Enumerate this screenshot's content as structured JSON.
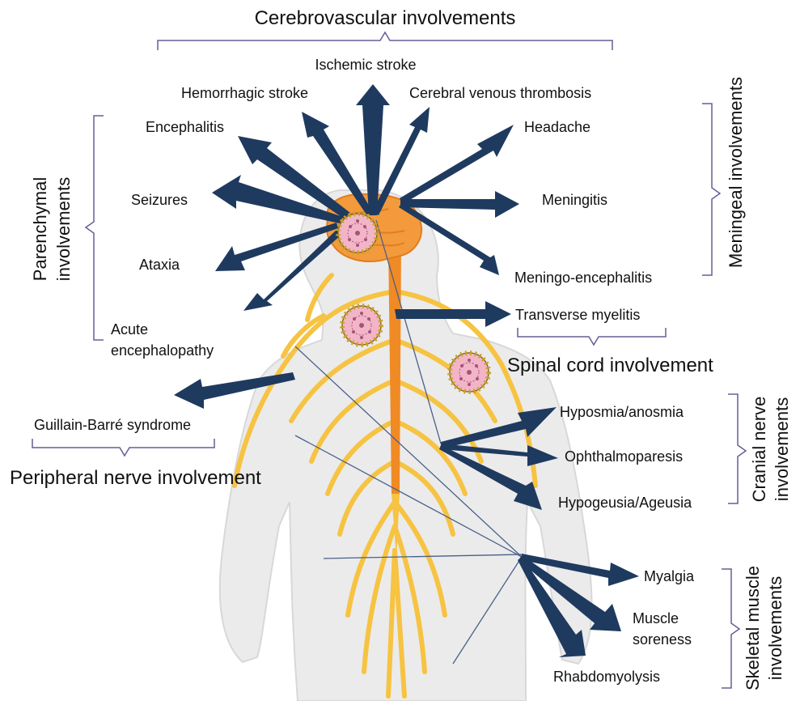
{
  "groups": {
    "cerebrovascular": "Cerebrovascular  involvements",
    "meningeal": "Meningeal involvements",
    "parenchymal_line1": "Parenchymal",
    "parenchymal_line2": "involvements",
    "spinal": "Spinal cord involvement",
    "cranial_line1": "Cranial  nerve",
    "cranial_line2": "involvements",
    "peripheral": "Peripheral nerve  involvement",
    "skeletal_line1": "Skeletal  muscle",
    "skeletal_line2": "involvements"
  },
  "labels": {
    "ischemic": "Ischemic stroke",
    "hemorrhagic": "Hemorrhagic stroke",
    "cvt": "Cerebral venous thrombosis",
    "encephalitis": "Encephalitis",
    "headache": "Headache",
    "seizures": "Seizures",
    "meningitis": "Meningitis",
    "ataxia": "Ataxia",
    "meningo": "Meningo-encephalitis",
    "acute_1": "Acute",
    "acute_2": "encephalopathy",
    "transverse": "Transverse myelitis",
    "gbs": "Guillain-Barré syndrome",
    "hyposmia": "Hyposmia/anosmia",
    "ophthalmo": "Ophthalmoparesis",
    "hypogeusia": "Hypogeusia/Ageusia",
    "myalgia": "Myalgia",
    "soreness_1": "Muscle",
    "soreness_2": "soreness",
    "rhabdo": "Rhabdomyolysis"
  },
  "colors": {
    "arrow": "#1f3a5f",
    "bracket": "#6b5b95",
    "body": "#ebebeb",
    "nerves": "#f6c342",
    "spine": "#f08a24",
    "brain": "#f39a3c",
    "virus_fill": "#f2b5c8",
    "virus_spike": "#c9a227"
  }
}
